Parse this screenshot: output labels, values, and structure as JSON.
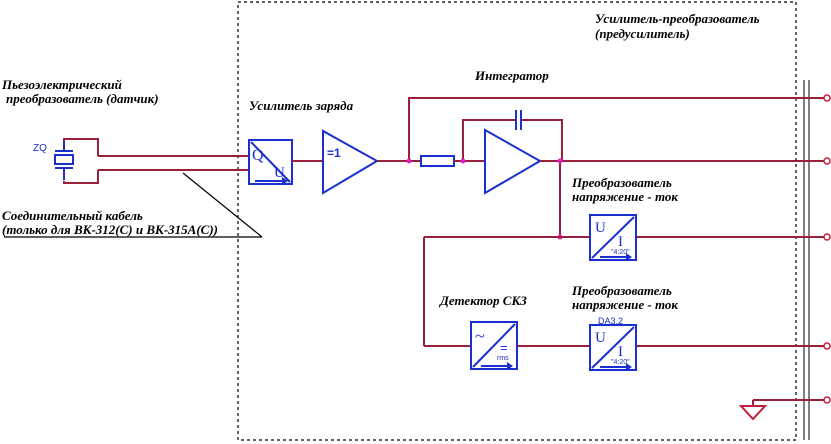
{
  "labels": {
    "module_title_1": "Усилитель-преобразователь",
    "module_title_2": "(предусилитель)",
    "sensor_1": "Пьезоэлектрический",
    "sensor_2": "преобразователь (датчик)",
    "charge_amp": "Усилитель заряда",
    "integrator": "Интегратор",
    "converter1_1": "Преобразователь",
    "converter1_2": "напряжение - ток",
    "converter2_1": "Преобразователь",
    "converter2_2": "напряжение - ток",
    "rms_detector": "Детектор СКЗ",
    "cable_1": "Соединительный кабель",
    "cable_2": "(только для ВК-312(С) и ВК-315А(С))"
  },
  "blocks": {
    "zq_ref": "ZQ",
    "charge_amp_in": "Q",
    "charge_amp_out": "U",
    "buffer": "=1",
    "conv1_u": "U",
    "conv1_i": "I",
    "conv1_range": "\"4:20\"",
    "conv2_ref": "DA3.2",
    "conv2_u": "U",
    "conv2_i": "I",
    "conv2_range": "\"4:20\"",
    "rms_in": "~",
    "rms_out_sym": "=",
    "rms_out_text": "rms"
  },
  "colors": {
    "wire": "#9a1f3a",
    "block": "#1a2fd0",
    "connector": "#c0203a",
    "dot": "#e020c0",
    "frame": "#000000"
  }
}
